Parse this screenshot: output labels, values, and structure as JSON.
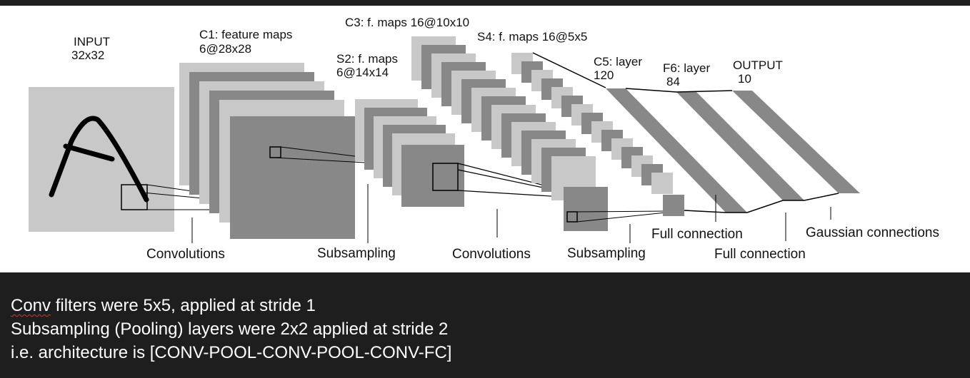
{
  "diagram": {
    "labels": {
      "input": [
        "INPUT",
        "32x32"
      ],
      "c1": [
        "C1: feature maps",
        "6@28x28"
      ],
      "s2": [
        "S2: f. maps",
        "6@14x14"
      ],
      "c3": [
        "C3: f. maps 16@10x10"
      ],
      "s4": [
        "S4: f. maps 16@5x5"
      ],
      "c5": [
        "C5: layer",
        "120"
      ],
      "f6": [
        "F6: layer",
        "84"
      ],
      "output": [
        "OUTPUT",
        "10"
      ]
    },
    "bottom_labels": {
      "conv1": "Convolutions",
      "subsampling1": "Subsampling",
      "conv2": "Convolutions",
      "subsampling2": "Subsampling",
      "full_connection1": "Full connection",
      "full_connection2": "Full connection",
      "gaussian": "Gaussian connections"
    }
  },
  "notes": {
    "line1_word": "Conv",
    "line1_rest": " filters were 5x5, applied at stride 1",
    "line2": "Subsampling (Pooling) layers were 2x2 applied at stride 2",
    "line3": "i.e. architecture is [CONV-POOL-CONV-POOL-CONV-FC]"
  }
}
